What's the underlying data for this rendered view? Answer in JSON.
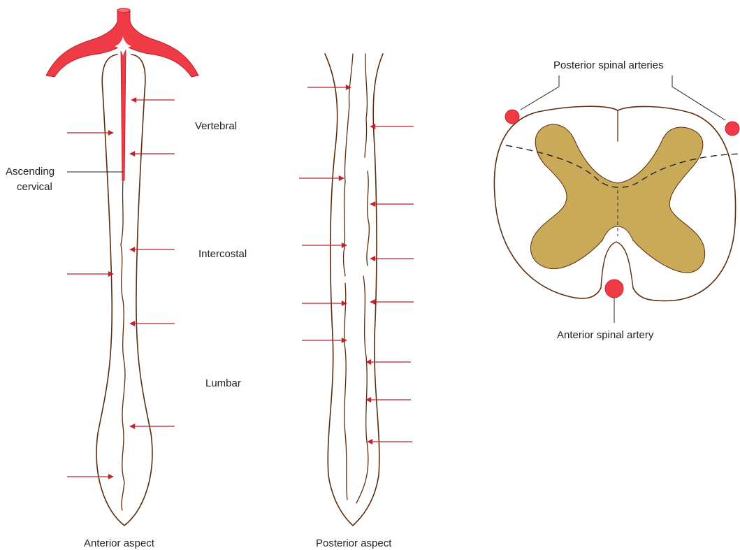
{
  "labels": {
    "vertebral": "Vertebral",
    "ascending_cervical_line1": "Ascending",
    "ascending_cervical_line2": "cervical",
    "intercostal": "Intercostal",
    "lumbar": "Lumbar",
    "anterior_aspect": "Anterior aspect",
    "posterior_aspect": "Posterior aspect",
    "posterior_spinal_arteries": "Posterior spinal arteries",
    "anterior_spinal_artery": "Anterior spinal artery"
  },
  "colors": {
    "artery": "#ee3b46",
    "outline": "#5a2d0c",
    "arrow": "#c0222e",
    "grey_matter": "#c8aa58"
  }
}
